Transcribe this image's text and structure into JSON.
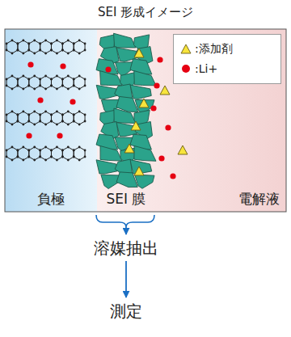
{
  "diagram": {
    "title": "SEI 形成イメージ",
    "nodes": [
      {
        "text": [
          "負極"
        ]
      },
      {
        "text": [
          "SEI 膜"
        ]
      },
      {
        "text": [
          "電解液"
        ]
      },
      {
        "text": [
          "溶媒抽出"
        ]
      },
      {
        "text": [
          "測定"
        ]
      }
    ],
    "edges": [
      {
        "from": 1,
        "to": 3,
        "arrow": "to"
      },
      {
        "from": 3,
        "to": 4,
        "arrow": "to"
      }
    ],
    "legend": [
      {
        "text": ":添加剤"
      },
      {
        "text": ":Li+",
        "color": "#e60012"
      }
    ]
  }
}
